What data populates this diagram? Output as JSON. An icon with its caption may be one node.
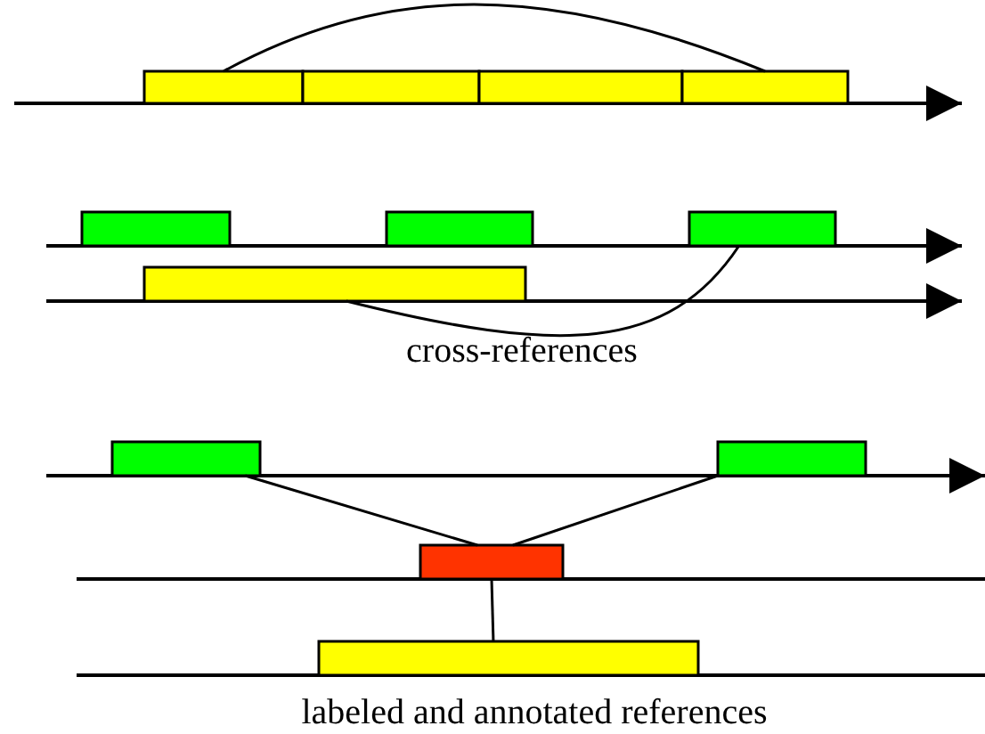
{
  "diagram": {
    "nodes": [
      {
        "text": [],
        "shape": "box"
      },
      {
        "text": [],
        "shape": "box"
      },
      {
        "text": [],
        "shape": "box"
      },
      {
        "text": [],
        "shape": "box"
      },
      {
        "text": [],
        "shape": "box"
      },
      {
        "text": [],
        "shape": "box"
      },
      {
        "text": [],
        "shape": "box"
      },
      {
        "text": [],
        "shape": "box"
      },
      {
        "text": [],
        "shape": "box"
      },
      {
        "text": [],
        "shape": "box"
      },
      {
        "text": [],
        "shape": "box"
      },
      {
        "text": [],
        "shape": "box"
      }
    ],
    "edges": [
      {
        "from": 0,
        "to": 3,
        "arrow": "none"
      },
      {
        "from": 7,
        "to": 6,
        "arrow": "none"
      },
      {
        "from": 8,
        "to": 10,
        "arrow": "none"
      },
      {
        "from": 9,
        "to": 10,
        "arrow": "none"
      },
      {
        "from": 10,
        "to": 11,
        "arrow": "none"
      }
    ],
    "labels": [
      "cross-references",
      "labeled and annotated references"
    ]
  }
}
